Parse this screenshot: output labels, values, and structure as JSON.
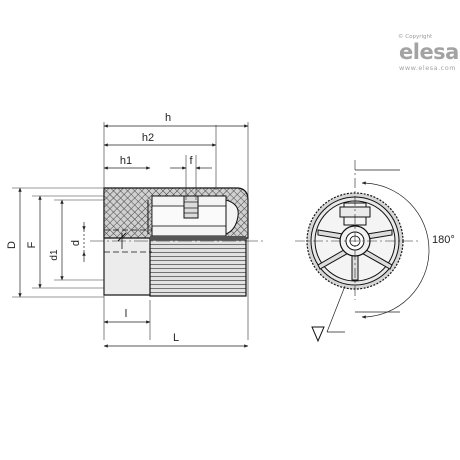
{
  "brand": {
    "copyright": "© Copyright",
    "logo": "elesa",
    "url": "www.elesa.com"
  },
  "dimensions": {
    "h": "h",
    "h2": "h2",
    "h1": "h1",
    "f": "f",
    "D": "D",
    "F": "F",
    "d1": "d1",
    "d": "d",
    "l": "l",
    "L": "L",
    "angle": "180°"
  },
  "colors": {
    "line": "#111111",
    "body_fill": "#e6e6e6",
    "grip_fill": "#cfcfcf",
    "dim_line": "#333333"
  }
}
